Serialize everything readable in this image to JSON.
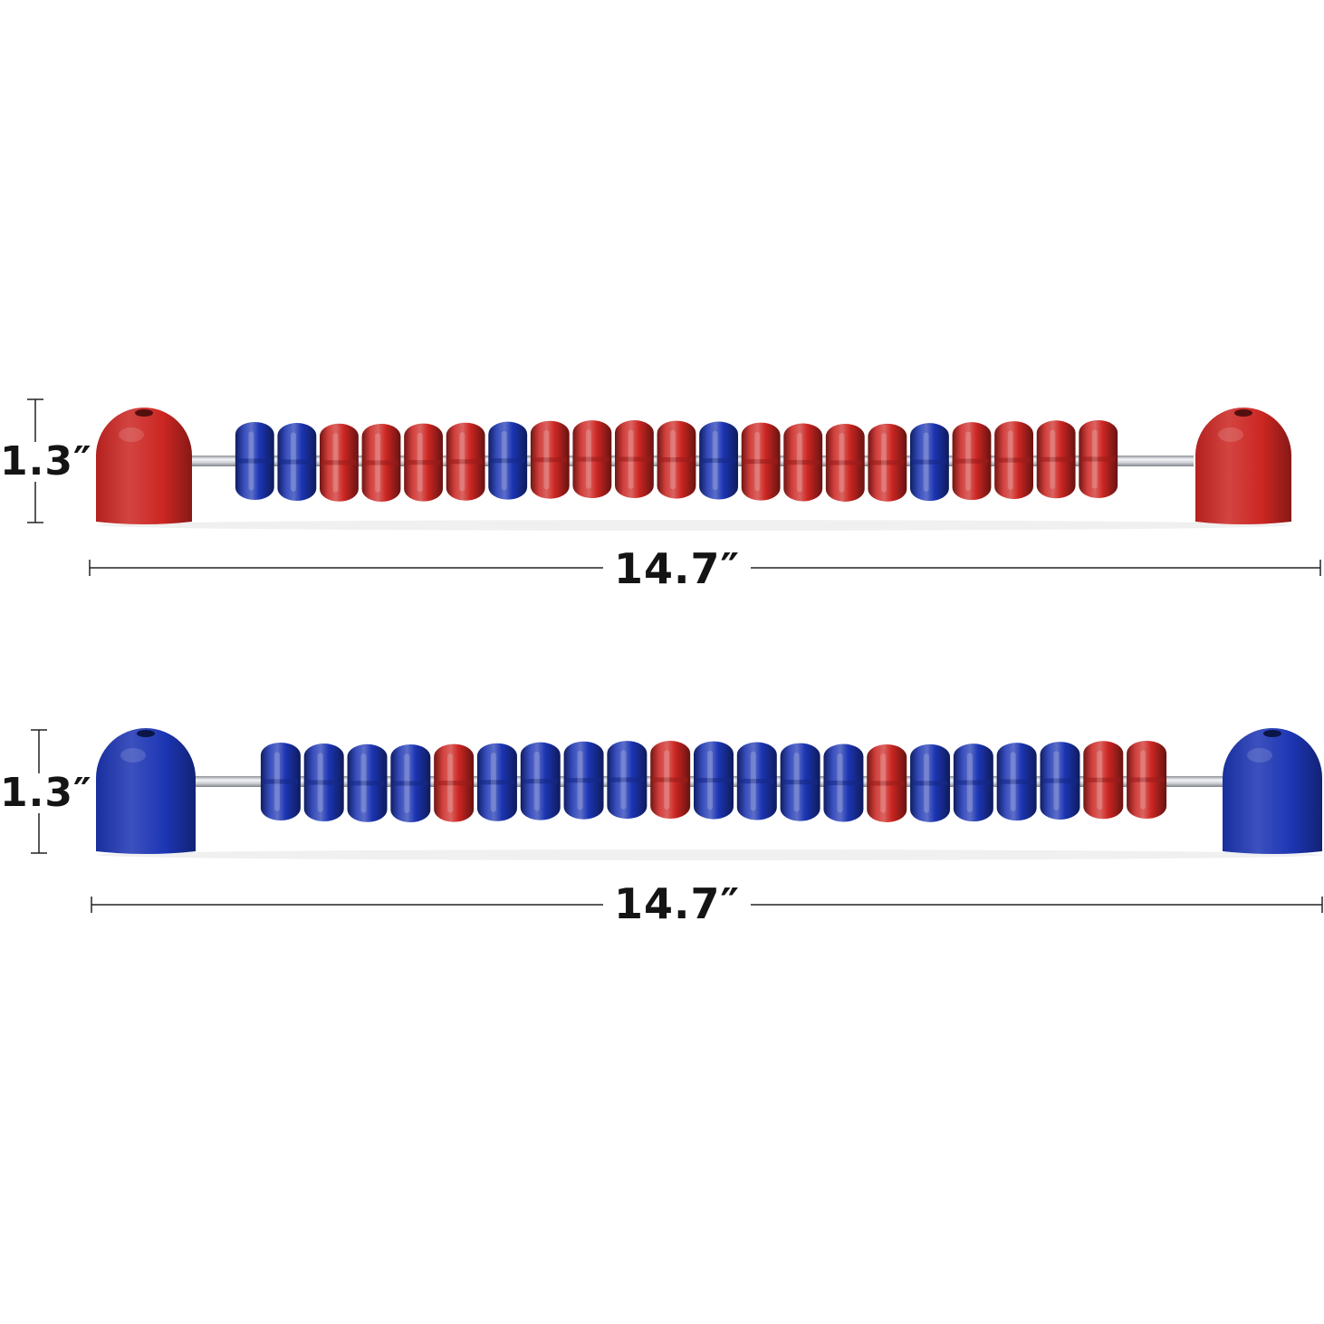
{
  "colors": {
    "red": "#cc2622",
    "blue": "#1c35b3",
    "rod": "#c2c5cc",
    "dimension_line": "#222222"
  },
  "counters": [
    {
      "name": "red-counter",
      "cap_color": "red",
      "height_label": "1.3″",
      "width_label": "14.7″",
      "beads": [
        "blue",
        "blue",
        "red",
        "red",
        "red",
        "red",
        "blue",
        "red",
        "red",
        "red",
        "red",
        "blue",
        "red",
        "red",
        "red",
        "red",
        "blue",
        "red",
        "red",
        "red",
        "red"
      ]
    },
    {
      "name": "blue-counter",
      "cap_color": "blue",
      "height_label": "1.3″",
      "width_label": "14.7″",
      "beads": [
        "blue",
        "blue",
        "blue",
        "blue",
        "red",
        "blue",
        "blue",
        "blue",
        "blue",
        "red",
        "blue",
        "blue",
        "blue",
        "blue",
        "red",
        "blue",
        "blue",
        "blue",
        "blue",
        "red",
        "red"
      ]
    }
  ]
}
